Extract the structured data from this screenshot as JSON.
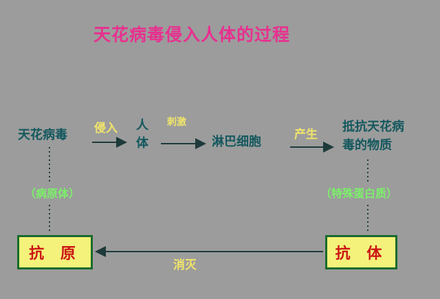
{
  "title": "天花病毒侵入人体的过程",
  "nodes": {
    "virus": "天花病毒",
    "body_line1": "人",
    "body_line2": "体",
    "lymph": "淋巴细胞",
    "product_line1": "抵抗天花病",
    "product_line2": "毒的物质"
  },
  "edges": {
    "invade": "侵入",
    "stimulate": "刺激",
    "produce": "产生",
    "eliminate": "消灭"
  },
  "notes": {
    "pathogen": "（病原体）",
    "protein": "（特殊蛋白质）"
  },
  "boxes": {
    "antigen": "抗 原",
    "antibody": "抗 体"
  },
  "colors": {
    "background": "#9c9c9c",
    "title": "#e8308f",
    "node_text": "#14585e",
    "edge_label": "#f2e56a",
    "note_text": "#7cf06a",
    "box_fill": "#f4f27a",
    "box_border": "#1a6a2c",
    "box_text": "#cc1414"
  }
}
